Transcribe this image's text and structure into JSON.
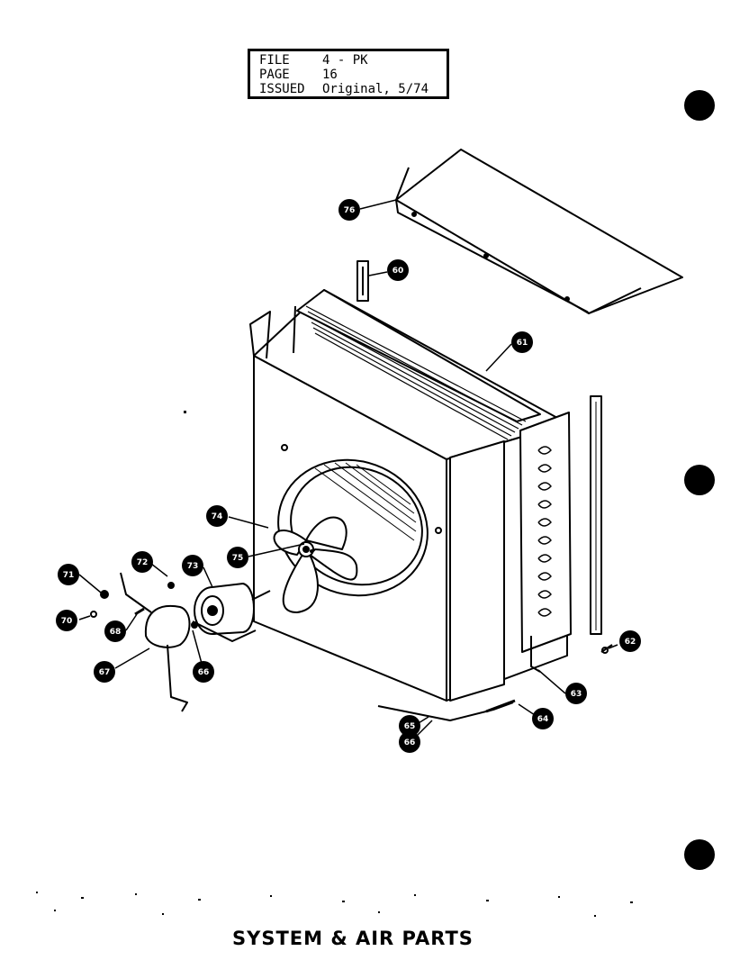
{
  "file_info": {
    "file_label": "FILE",
    "file_value": "4 - PK",
    "page_label": "PAGE",
    "page_value": "16",
    "issued_label": "ISSUED",
    "issued_value": "Original, 5/74"
  },
  "title": "SYSTEM & AIR PARTS",
  "callouts": [
    "76",
    "60",
    "61",
    "74",
    "75",
    "73",
    "72",
    "71",
    "70",
    "68",
    "67",
    "66",
    "62",
    "63",
    "64",
    "65",
    "66"
  ]
}
